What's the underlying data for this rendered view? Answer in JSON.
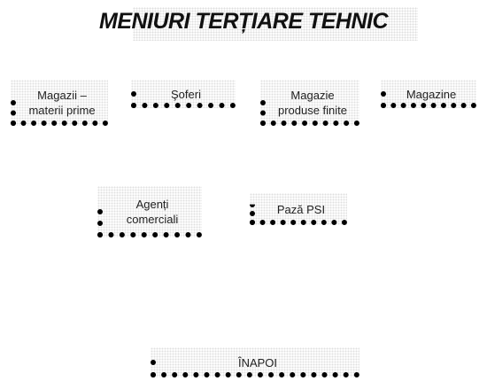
{
  "title": "MENIURI TERȚIARE TEHNIC",
  "buttons": {
    "magazii_materii_prime": "Magazii – materii prime",
    "soferi": "Şoferi",
    "magazie_produse_finite": "Magazie produse finite",
    "magazine": "Magazine",
    "agenti_comerciali": "Agenți comerciali",
    "paza_psi": "Pază PSI",
    "inapoi": "ÎNAPOI"
  }
}
